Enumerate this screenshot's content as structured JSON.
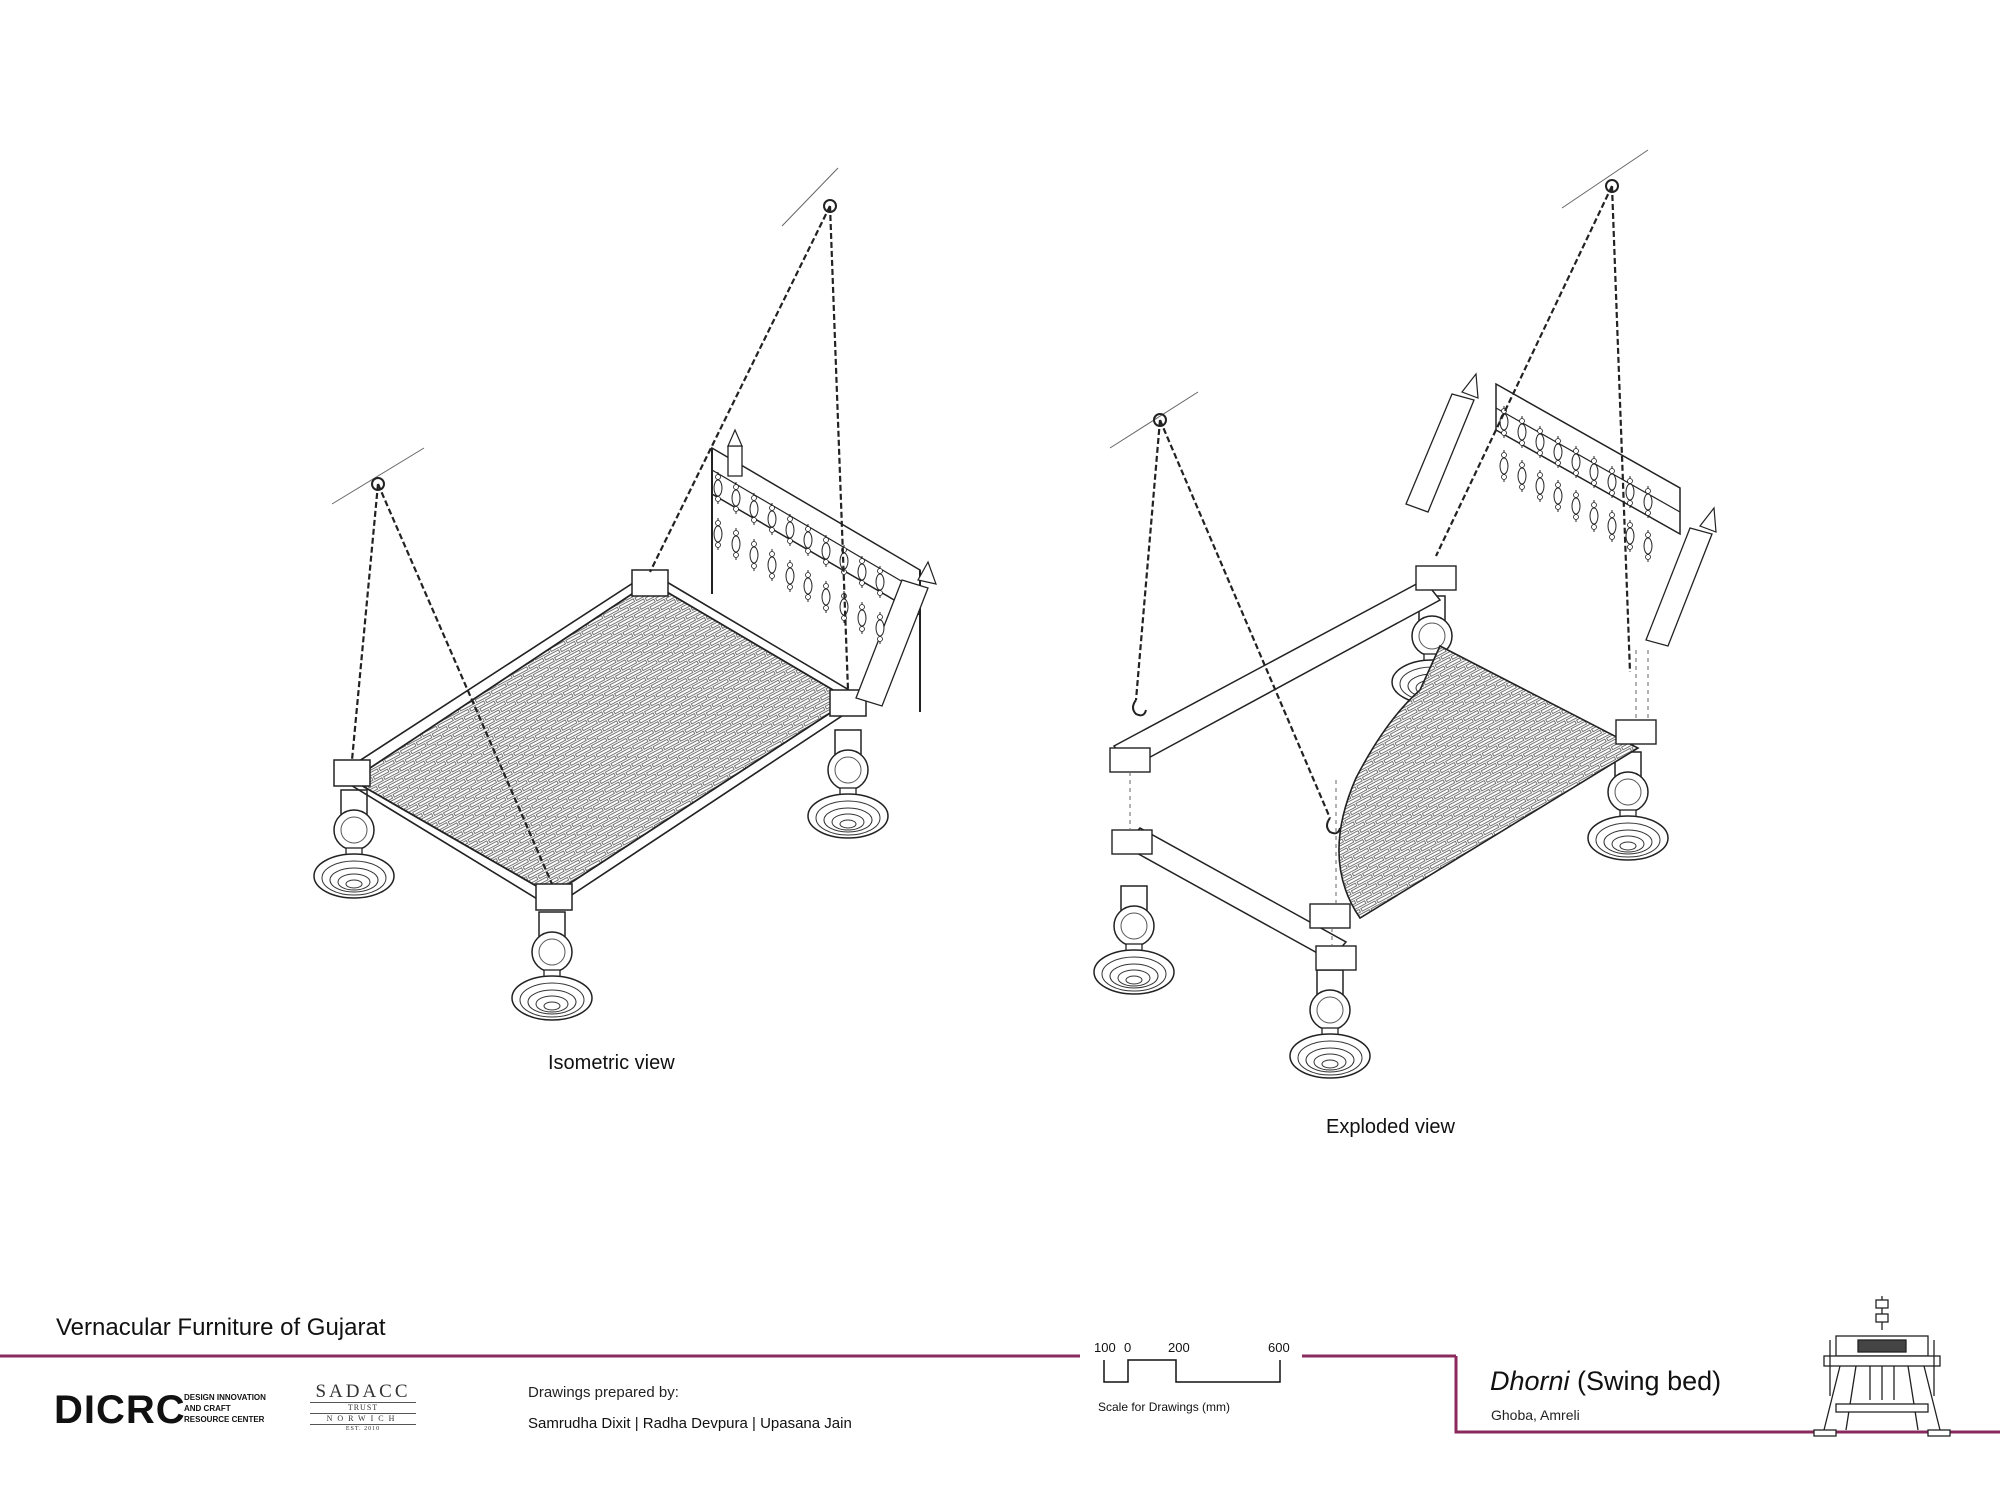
{
  "drawing": {
    "isometric_caption": "Isometric view",
    "exploded_caption": "Exploded  view"
  },
  "footer": {
    "project_title": "Vernacular Furniture of Gujarat",
    "dicrc": {
      "name": "DICRC",
      "subtitle_lines": [
        "DESIGN INNOVATION",
        "AND CRAFT",
        "RESOURCE CENTER"
      ]
    },
    "sadacc": {
      "name": "SADACC",
      "trust": "TRUST",
      "city": "NORWICH",
      "est": "EST. 2010"
    },
    "prepared_by_label": "Drawings prepared by:",
    "prepared_by_names": "Samrudha Dixit | Radha Devpura | Upasana Jain",
    "scale": {
      "ticks": [
        "100",
        "0",
        "200",
        "600"
      ],
      "label": "Scale for Drawings (mm)"
    },
    "item_title_italic": "Dhorni",
    "item_title_rest": " (Swing bed)",
    "item_location": "Ghoba, Amreli"
  },
  "colors": {
    "accent_line": "#8a2a5c",
    "ink": "#1a1a1a"
  }
}
